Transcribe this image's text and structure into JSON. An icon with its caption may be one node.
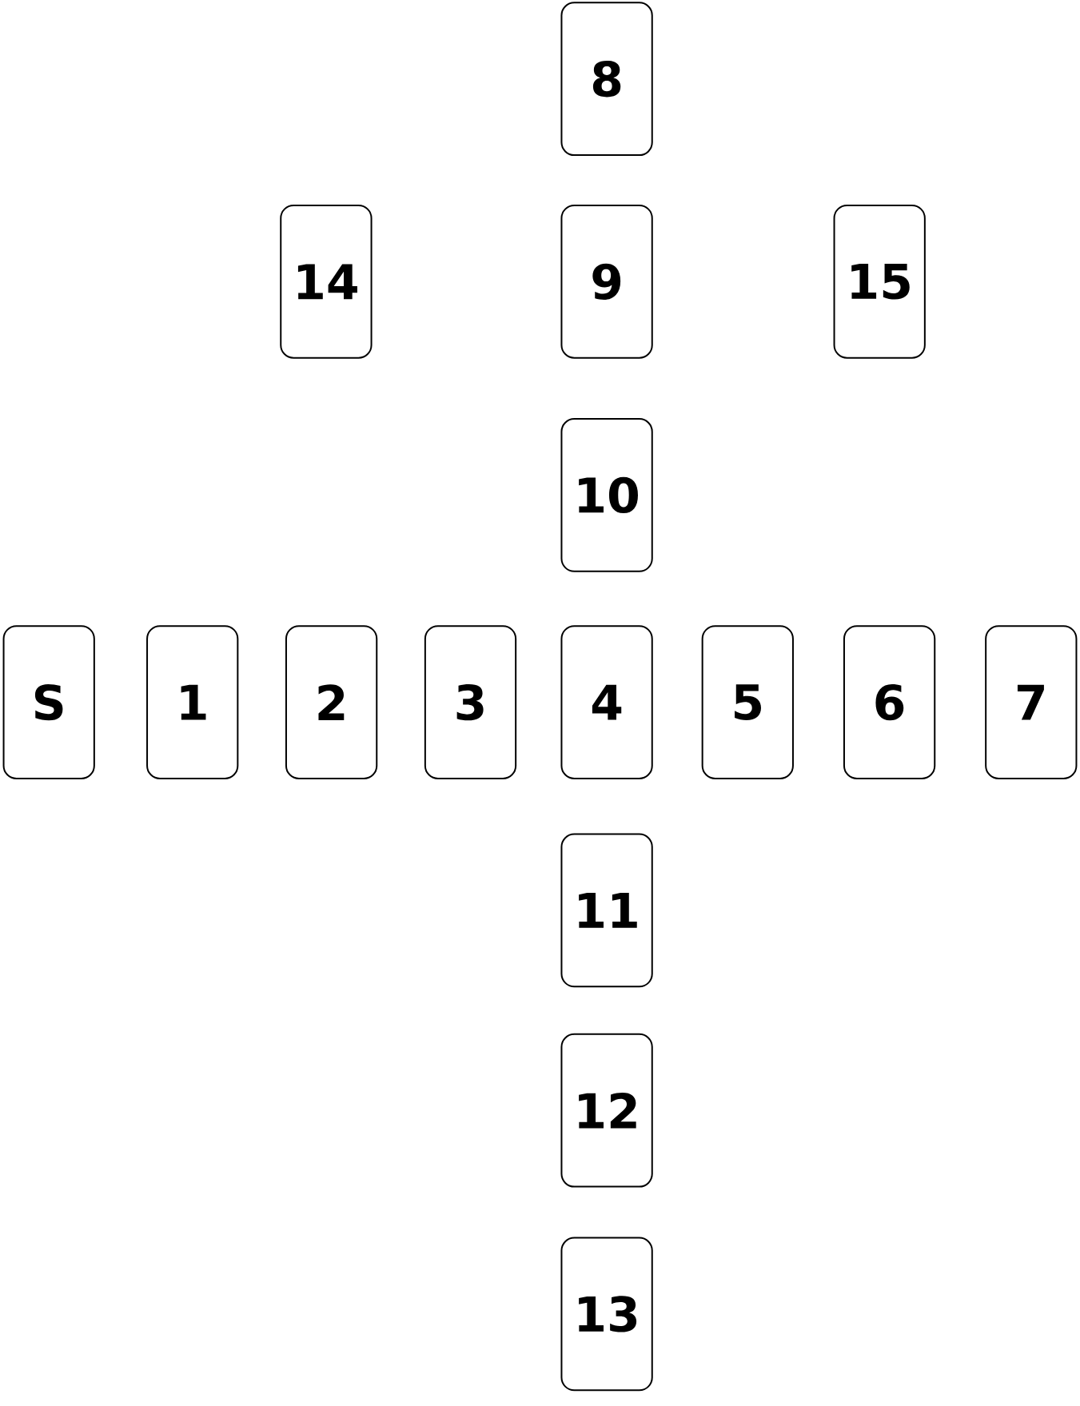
{
  "diagram": {
    "nodes": [
      {
        "text": [
          "8"
        ]
      },
      {
        "text": [
          "14"
        ]
      },
      {
        "text": [
          "9"
        ]
      },
      {
        "text": [
          "15"
        ]
      },
      {
        "text": [
          "10"
        ]
      },
      {
        "text": [
          "S"
        ]
      },
      {
        "text": [
          "1"
        ]
      },
      {
        "text": [
          "2"
        ]
      },
      {
        "text": [
          "3"
        ]
      },
      {
        "text": [
          "4"
        ]
      },
      {
        "text": [
          "5"
        ]
      },
      {
        "text": [
          "6"
        ]
      },
      {
        "text": [
          "7"
        ]
      },
      {
        "text": [
          "11"
        ]
      },
      {
        "text": [
          "12"
        ]
      },
      {
        "text": [
          "13"
        ]
      }
    ]
  }
}
